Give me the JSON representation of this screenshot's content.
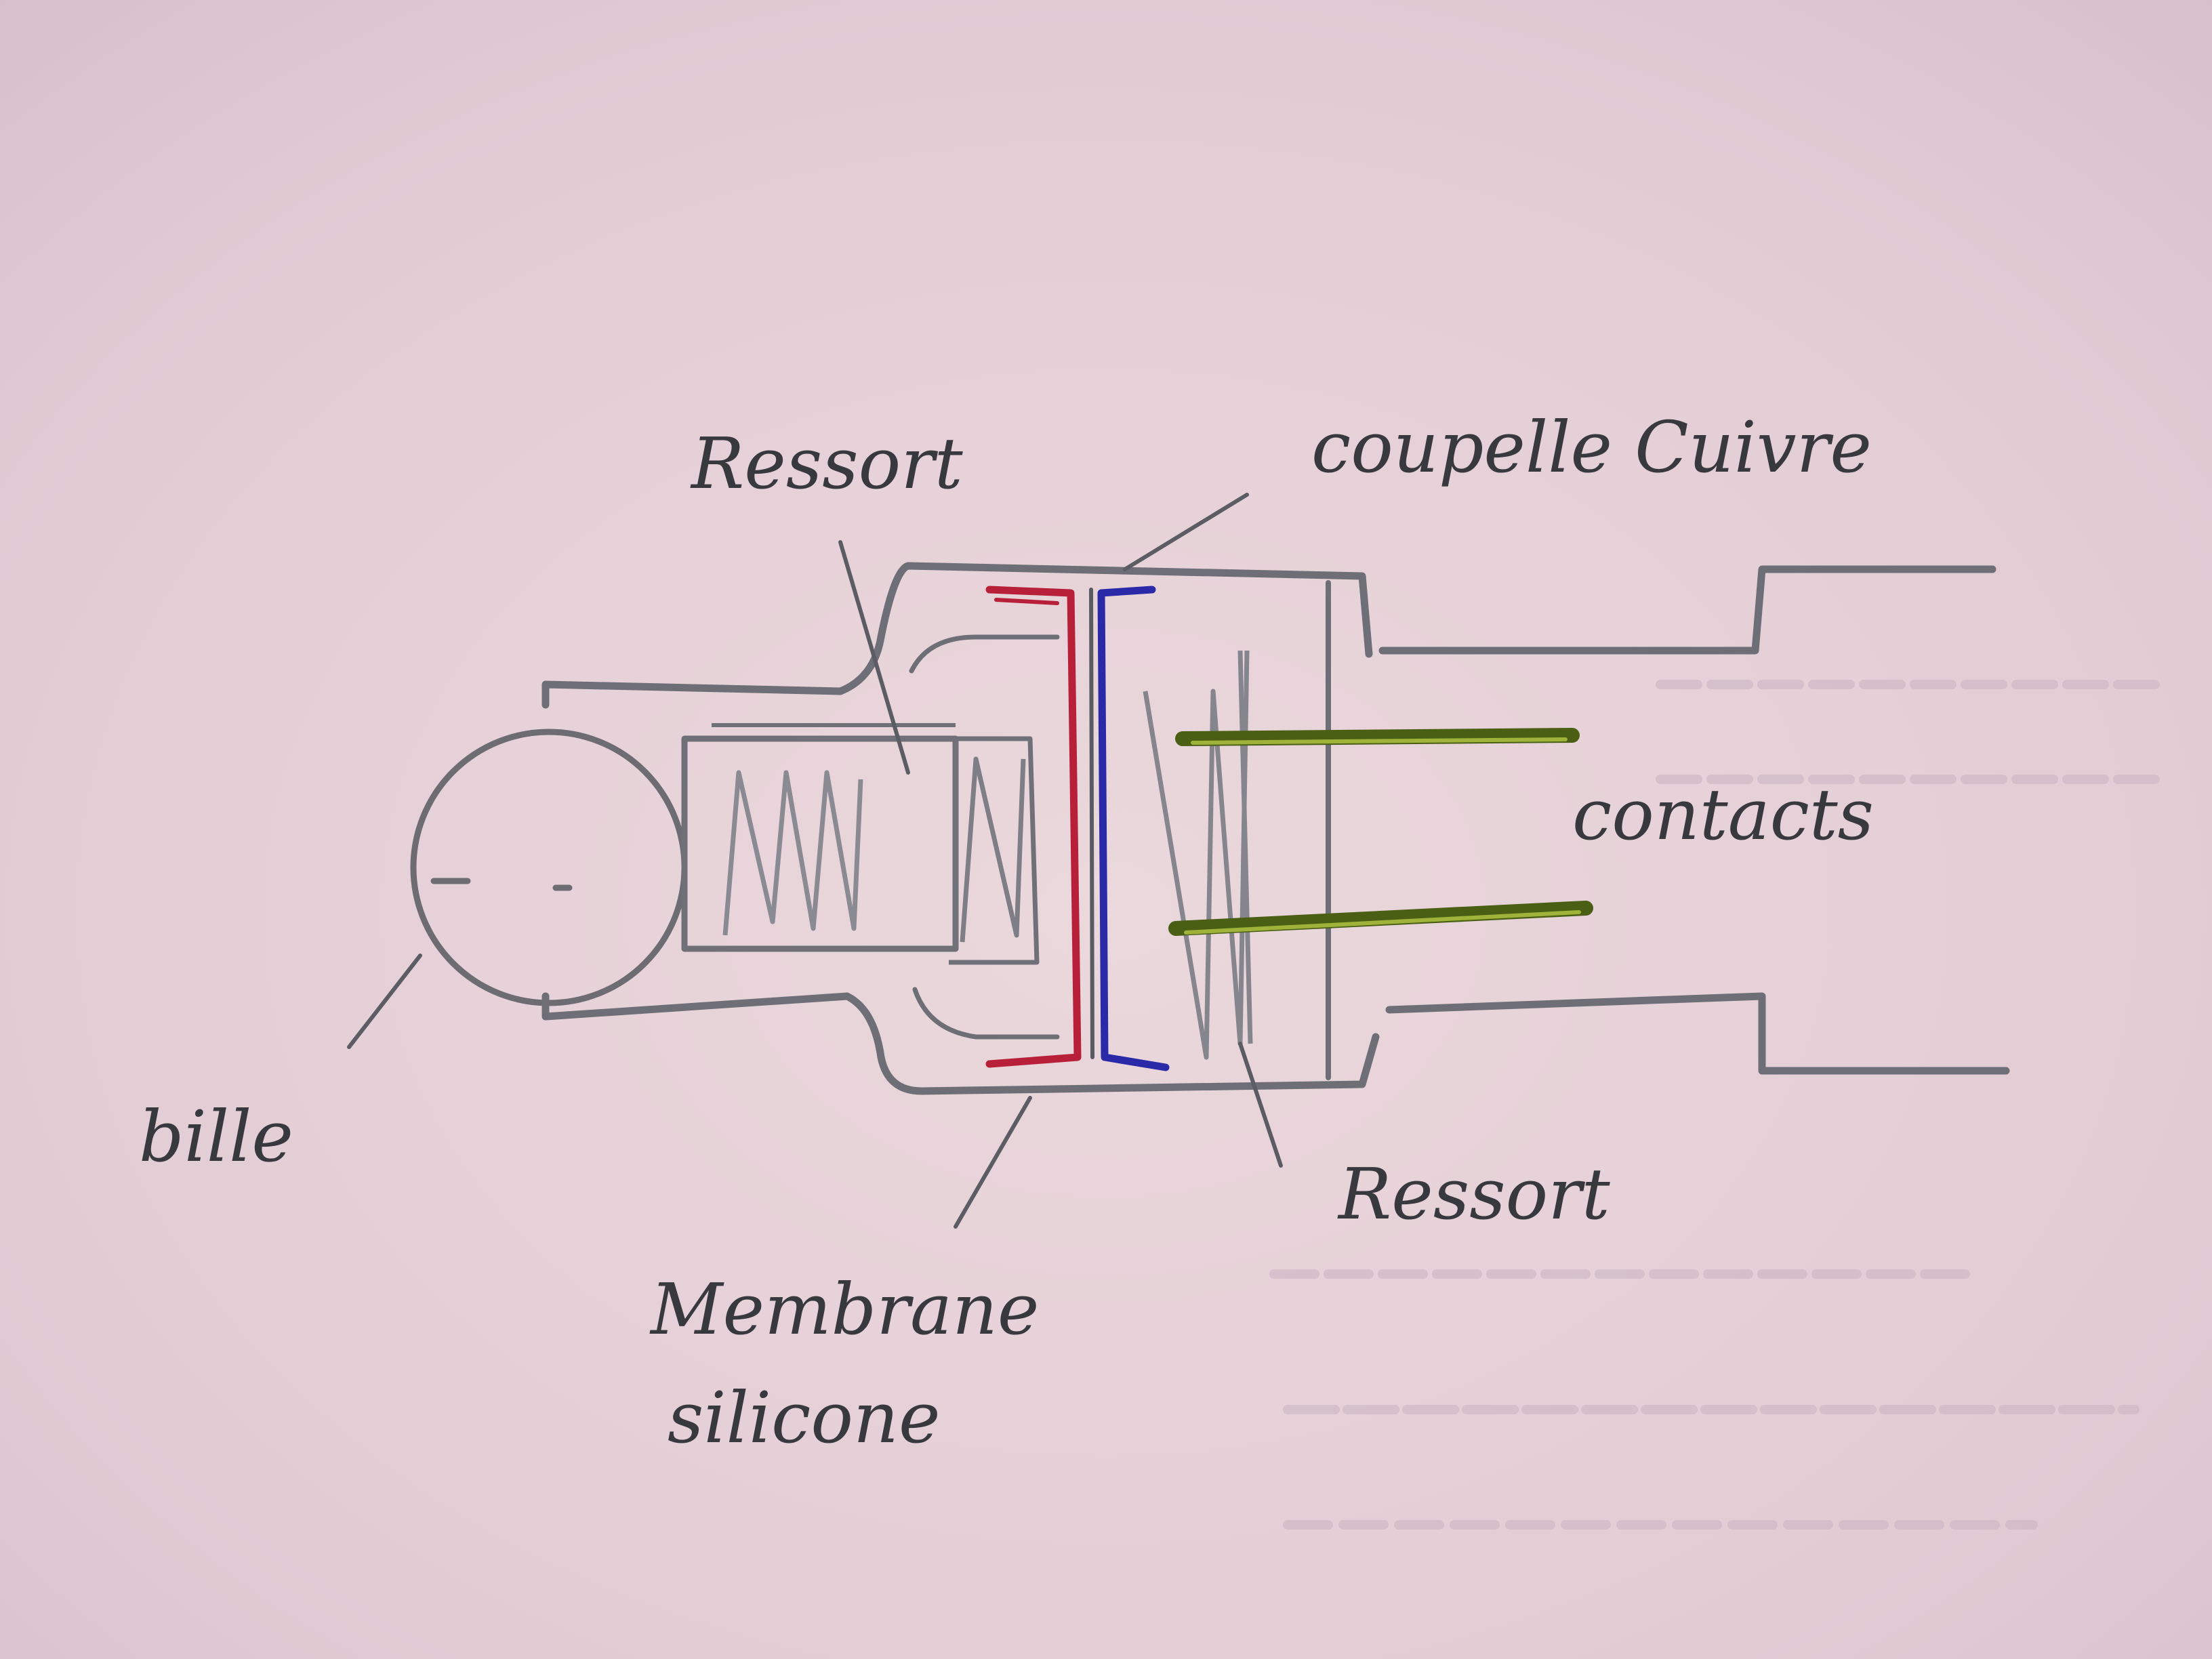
{
  "labels": {
    "ressort_top": "Ressort",
    "coupelle": "coupelle Cuivre",
    "contacts": "contacts",
    "bille": "bille",
    "ressort_bottom": "Ressort",
    "membrane_line1": "Membrane",
    "membrane_line2": "silicone"
  },
  "colors": {
    "paper": "#e8d8dc",
    "pencil": "#7a7a80",
    "pencil_dark": "#4a4a52",
    "membrane_red": "#b8203a",
    "membrane_blue": "#2a2aa8",
    "contact_green": "#5d7a1c"
  }
}
